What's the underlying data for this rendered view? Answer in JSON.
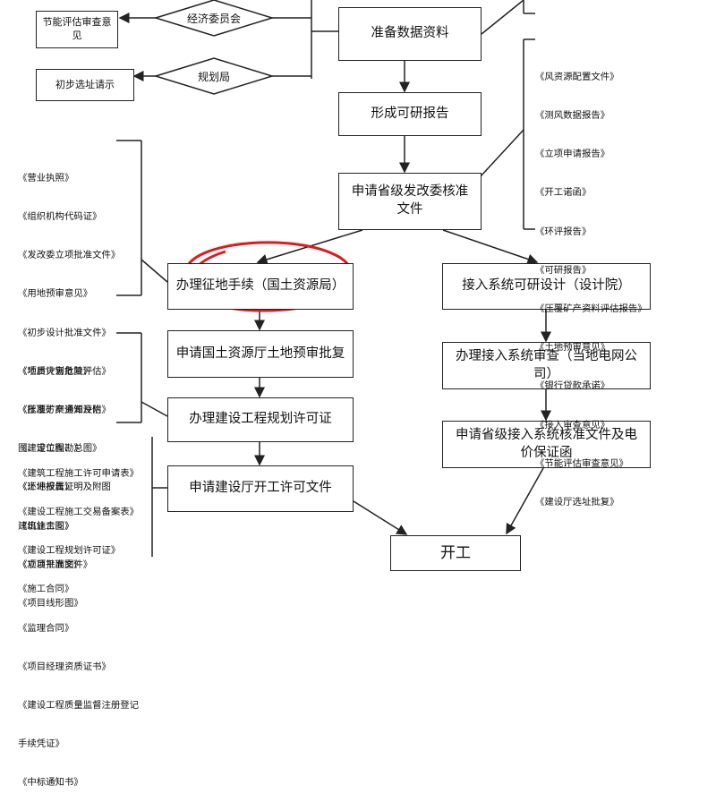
{
  "nodes": {
    "prepare": "准备数据资料",
    "feasibility": "形成可研报告",
    "provincial_approval": "申请省级发改委核准文件",
    "land_procedure": "办理征地手续（国土资源局）",
    "land_precheck": "申请国土资源厅土地预审批复",
    "planning_permit": "办理建设工程规划许可证",
    "construction_permit": "申请建设厅开工许可文件",
    "start": "开工",
    "grid_design": "接入系统可研设计（设计院）",
    "grid_review": "办理接入系统审查（当地电网公司）",
    "grid_approval": "申请省级接入系统核准文件及电价保证函",
    "energy_review": "节能评估审查意见",
    "economic_committee": "经济委员会",
    "site_request": "初步选址请示",
    "planning_bureau": "规划局"
  },
  "lists": {
    "right_docs": [
      "《风资源配置文件》",
      "《测风数据报告》",
      "《立项申请报告》",
      "《开工诺函》",
      "《环评报告》",
      "《可研报告》",
      "《压覆矿产资料评估报告》",
      "《土地预审意见》",
      "《银行贷款承诺》",
      "《接入审查意见》",
      "《节能评估审查意见》",
      "《建设厅选址批复》"
    ],
    "left_docs_1": [
      "《营业执照》",
      "《组织机构代码证》",
      "《发改委立项批准文件》",
      "《用地预审意见》",
      "《初步设计批准文件》",
      "《地质灾害危险评估》",
      "《压覆矿产资源评估》",
      "《建设工程勘》",
      "《环评报告》",
      "《出让合同》",
      "《项目平面图》",
      "《项目线形图》"
    ],
    "left_docs_2": [
      "《项目计划批复》",
      "《批准方案通知及附",
      "图、定位图、总图》",
      "《土地权属证明及附图",
      "建筑施工图》",
      "《立项批准文件》"
    ],
    "left_docs_3": [
      "《建筑工程施工许可申请表》",
      "《建设工程施工交易备案表》",
      "《建设工程规划许可证》",
      "《施工合同》",
      "《监理合同》",
      "《项目经理资质证书》",
      "《建设工程质量监督注册登记",
      "手续凭证》",
      "《中标通知书》"
    ]
  },
  "colors": {
    "line": "#222222",
    "highlight_circle": "#e0191d"
  }
}
